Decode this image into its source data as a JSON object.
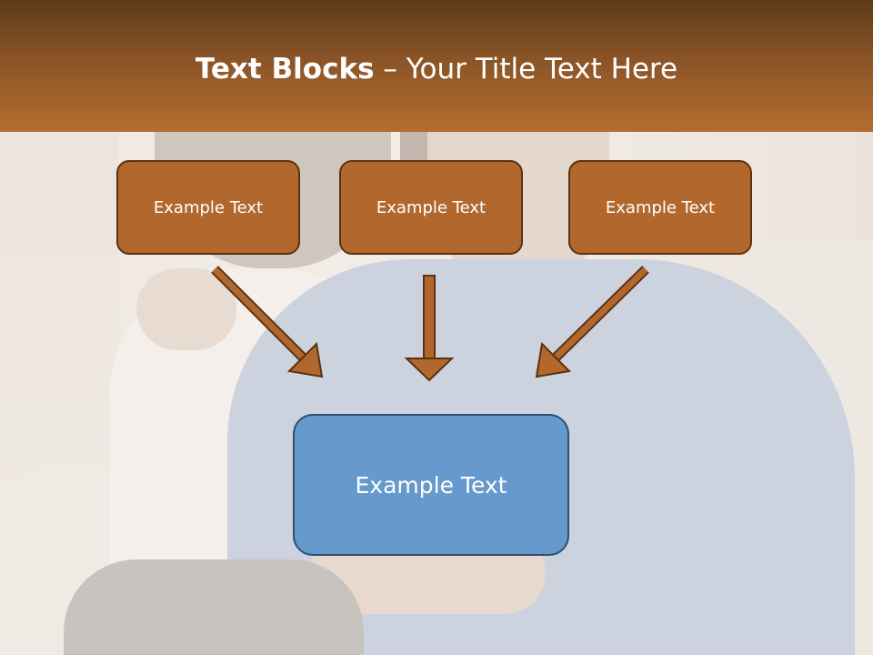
{
  "title": {
    "bold": "Text Blocks",
    "rest": " – Your Title Text Here"
  },
  "boxes": {
    "left": "Example Text",
    "center": "Example Text",
    "right": "Example Text",
    "bottom": "Example Text"
  },
  "colors": {
    "title_band": "#8a5426",
    "box_fill": "#b2682d",
    "box_border": "#5a3212",
    "arrow_fill": "#b2682d",
    "bottom_box_fill": "#6699cc",
    "bottom_box_border": "#2d4f76",
    "text": "#ffffff"
  },
  "background_image": "couple-on-sofa-photo"
}
